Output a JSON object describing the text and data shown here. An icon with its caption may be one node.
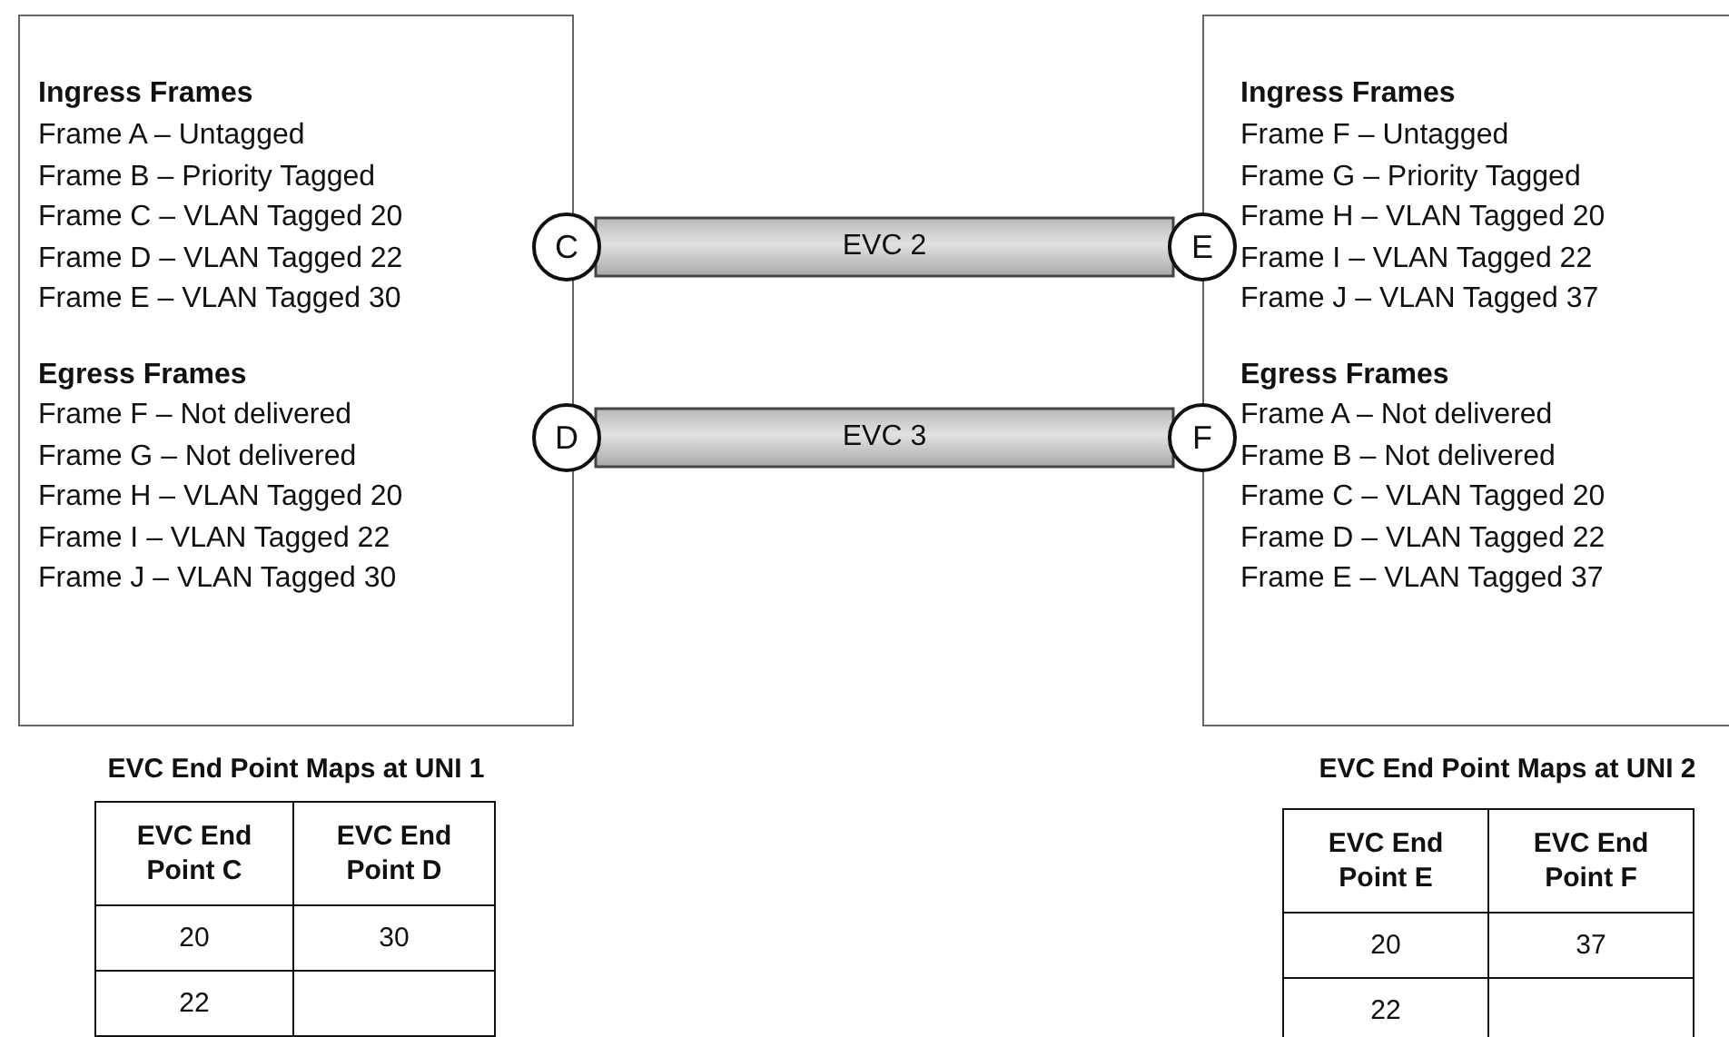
{
  "diagram": {
    "nodes": [
      {
        "text": [
          "Ingress Frames",
          "Frame A – Untagged",
          "Frame B – Priority Tagged",
          "Frame C – VLAN Tagged 20",
          "Frame D – VLAN Tagged 22",
          "Frame E – VLAN Tagged 30",
          "Egress Frames",
          "Frame F – Not delivered",
          "Frame G – Not delivered",
          "Frame H – VLAN Tagged 20",
          "Frame I – VLAN Tagged 22",
          "Frame J – VLAN Tagged 30"
        ]
      },
      {
        "text": [
          "C"
        ]
      },
      {
        "text": [
          "D"
        ]
      },
      {
        "text": [
          "E"
        ]
      },
      {
        "text": [
          "F"
        ]
      },
      {
        "text": [
          "Ingress Frames",
          "Frame F – Untagged",
          "Frame G – Priority Tagged",
          "Frame H – VLAN Tagged 20",
          "Frame I – VLAN Tagged 22",
          "Frame J – VLAN Tagged 37",
          "Egress Frames",
          "Frame A – Not delivered",
          "Frame B – Not delivered",
          "Frame C – VLAN Tagged 20",
          "Frame D – VLAN Tagged 22",
          "Frame E – VLAN Tagged 37"
        ]
      }
    ],
    "edges": [
      {
        "from": 1,
        "to": 3,
        "arrow": "none",
        "label": "EVC 2",
        "style": "thick"
      },
      {
        "from": 2,
        "to": 4,
        "arrow": "none",
        "label": "EVC 3",
        "style": "thick"
      }
    ],
    "labels": [
      "EVC End Point Maps at UNI 1",
      "EVC End Point C",
      "EVC End Point D",
      "20",
      "30",
      "22",
      "EVC End Point Maps at UNI 2",
      "EVC End Point E",
      "EVC End Point F",
      "20",
      "37",
      "22"
    ]
  }
}
